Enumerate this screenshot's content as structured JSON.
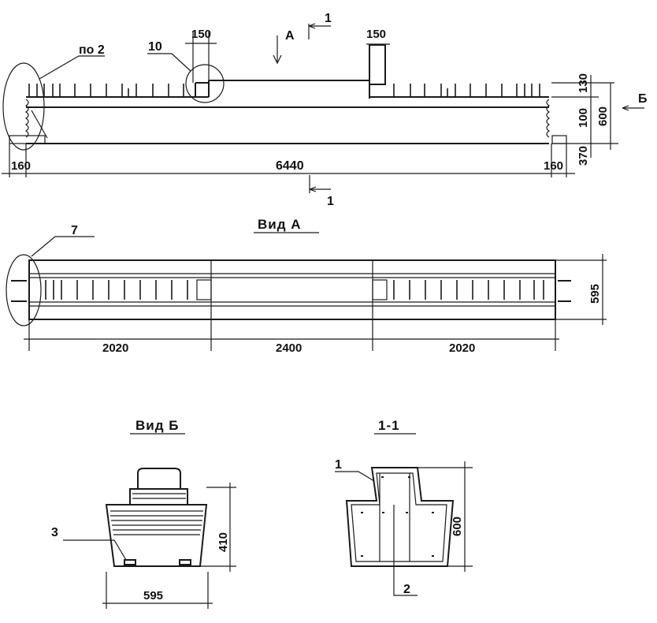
{
  "elevation": {
    "callout_left": "по 2",
    "callout_notch": "10",
    "dim_notch_left": "150",
    "dim_notch_right": "150",
    "view_arrow_a": "А",
    "section_mark_top": "1",
    "section_mark_bottom": "1",
    "dim_130": "130",
    "dim_100": "100",
    "dim_600": "600",
    "dim_370": "370",
    "view_arrow_b": "Б",
    "dim_left_160": "160",
    "dim_total": "6440",
    "dim_right_160": "160"
  },
  "view_a": {
    "title": "Вид А",
    "callout": "7",
    "dim_width": "595",
    "dims": [
      "2020",
      "2400",
      "2020"
    ]
  },
  "view_b": {
    "title": "Вид Б",
    "callout": "3",
    "dim_height": "410",
    "dim_width": "595"
  },
  "section": {
    "title": "1-1",
    "callout_top": "1",
    "callout_bottom": "2",
    "dim_height": "600"
  }
}
